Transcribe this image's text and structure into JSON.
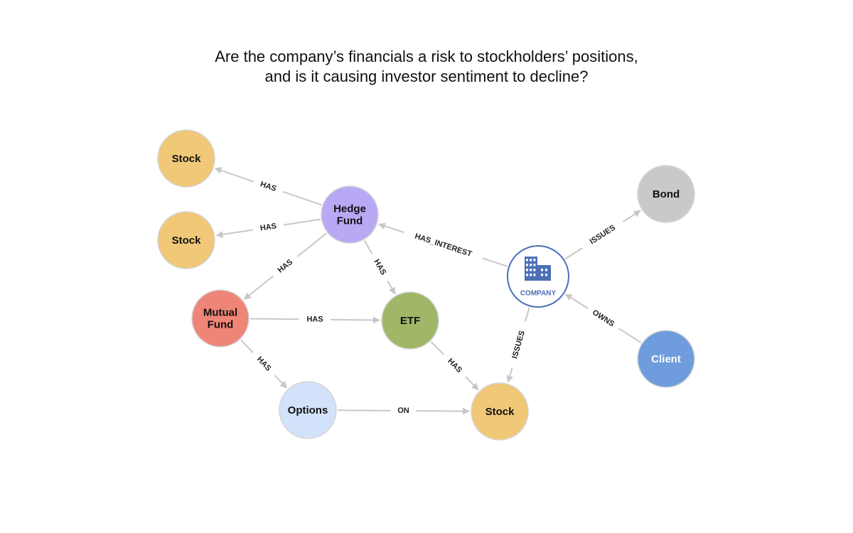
{
  "title": {
    "line1": "Are the company’s financials a risk to stockholders’ positions,",
    "line2": "and is it causing investor sentiment to decline?"
  },
  "colors": {
    "edge": "#c8c8c8",
    "stock": "#f1c877",
    "hedge_fund": "#b9a9f5",
    "mutual_fund": "#ef8577",
    "etf": "#a0b767",
    "options": "#d3e2fb",
    "bond": "#c9c9c9",
    "client": "#6f9cdc",
    "company": "#4a6fb5"
  },
  "nodes": [
    {
      "id": "stock1",
      "label": "Stock",
      "type": "stock"
    },
    {
      "id": "stock2",
      "label": "Stock",
      "type": "stock"
    },
    {
      "id": "hedge",
      "label": "Hedge\nFund",
      "type": "hedge_fund"
    },
    {
      "id": "mutual",
      "label": "Mutual\nFund",
      "type": "mutual_fund"
    },
    {
      "id": "etf",
      "label": "ETF",
      "type": "etf"
    },
    {
      "id": "options",
      "label": "Options",
      "type": "options"
    },
    {
      "id": "stock3",
      "label": "Stock",
      "type": "stock"
    },
    {
      "id": "company",
      "label": "COMPANY",
      "type": "company",
      "icon": "building-icon"
    },
    {
      "id": "bond",
      "label": "Bond",
      "type": "bond"
    },
    {
      "id": "client",
      "label": "Client",
      "type": "client"
    }
  ],
  "edges": [
    {
      "from": "hedge",
      "to": "stock1",
      "label": "HAS"
    },
    {
      "from": "hedge",
      "to": "stock2",
      "label": "HAS"
    },
    {
      "from": "hedge",
      "to": "mutual",
      "label": "HAS"
    },
    {
      "from": "hedge",
      "to": "etf",
      "label": "HAS"
    },
    {
      "from": "company",
      "to": "hedge",
      "label": "HAS_INTEREST"
    },
    {
      "from": "mutual",
      "to": "etf",
      "label": "HAS"
    },
    {
      "from": "mutual",
      "to": "options",
      "label": "HAS"
    },
    {
      "from": "etf",
      "to": "stock3",
      "label": "HAS"
    },
    {
      "from": "options",
      "to": "stock3",
      "label": "ON"
    },
    {
      "from": "company",
      "to": "stock3",
      "label": "ISSUES"
    },
    {
      "from": "company",
      "to": "bond",
      "label": "ISSUES"
    },
    {
      "from": "client",
      "to": "company",
      "label": "OWNS"
    }
  ]
}
